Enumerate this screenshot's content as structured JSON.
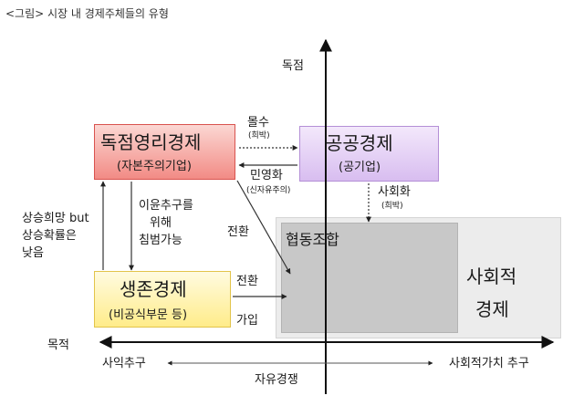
{
  "caption": "<그림> 시장 내 경제주체들의 유형",
  "axes": {
    "top": "독점",
    "left": "목적",
    "bottom_left": "사익추구",
    "bottom_right": "사회적가치 추구",
    "bottom_center": "자유경쟁"
  },
  "boxes": {
    "monopoly": {
      "title": "독점영리경제",
      "subtitle": "(자본주의기업)"
    },
    "public": {
      "title": "공공경제",
      "subtitle": "(공기업)"
    },
    "survival": {
      "title": "생존경제",
      "subtitle": "(비공식부문 등)"
    },
    "cooperative": {
      "title": "협동조합"
    },
    "social": {
      "line1": "사회적",
      "line2": "경제"
    }
  },
  "labels": {
    "confiscation": "몰수",
    "confiscation_note": "(희박)",
    "privatization": "민영화",
    "privatization_note": "(신자유주의)",
    "socialization": "사회화",
    "socialization_note": "(희박)",
    "left_note": [
      "상승희망 but",
      "상승확률은",
      "낮음"
    ],
    "profit_note": [
      "이윤추구를",
      "위해",
      "침범가능"
    ],
    "convert1": "전환",
    "convert2": "전환",
    "join": "가입"
  },
  "colors": {
    "monopoly": "#f28b85",
    "public": "#d8bdf0",
    "survival": "#ffec8a",
    "social": "#ececec",
    "cooperative": "#c8c8c8"
  }
}
